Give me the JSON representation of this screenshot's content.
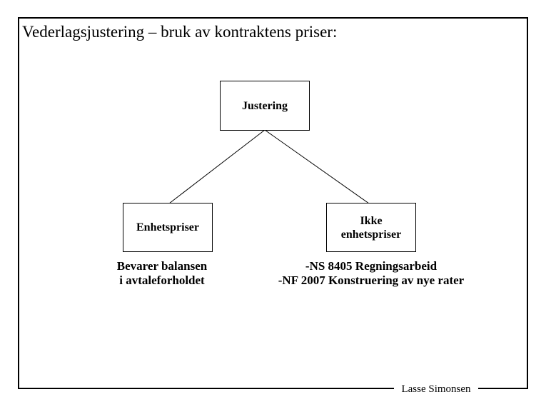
{
  "title": "Vederlagsjustering – bruk av kontraktens priser:",
  "diagram": {
    "root": {
      "label": "Justering"
    },
    "left_child": {
      "label": "Enhetspriser"
    },
    "right_child": {
      "label_line1": "Ikke",
      "label_line2": "enhetspriser"
    },
    "left_note": {
      "line1": "Bevarer balansen",
      "line2": "i avtaleforholdet"
    },
    "right_note": {
      "line1": "-NS 8405 Regningsarbeid",
      "line2": "-NF 2007 Konstruering av nye rater"
    }
  },
  "footer": {
    "author": "Lasse Simonsen"
  },
  "colors": {
    "background": "#ffffff",
    "border": "#000000",
    "text": "#000000"
  }
}
